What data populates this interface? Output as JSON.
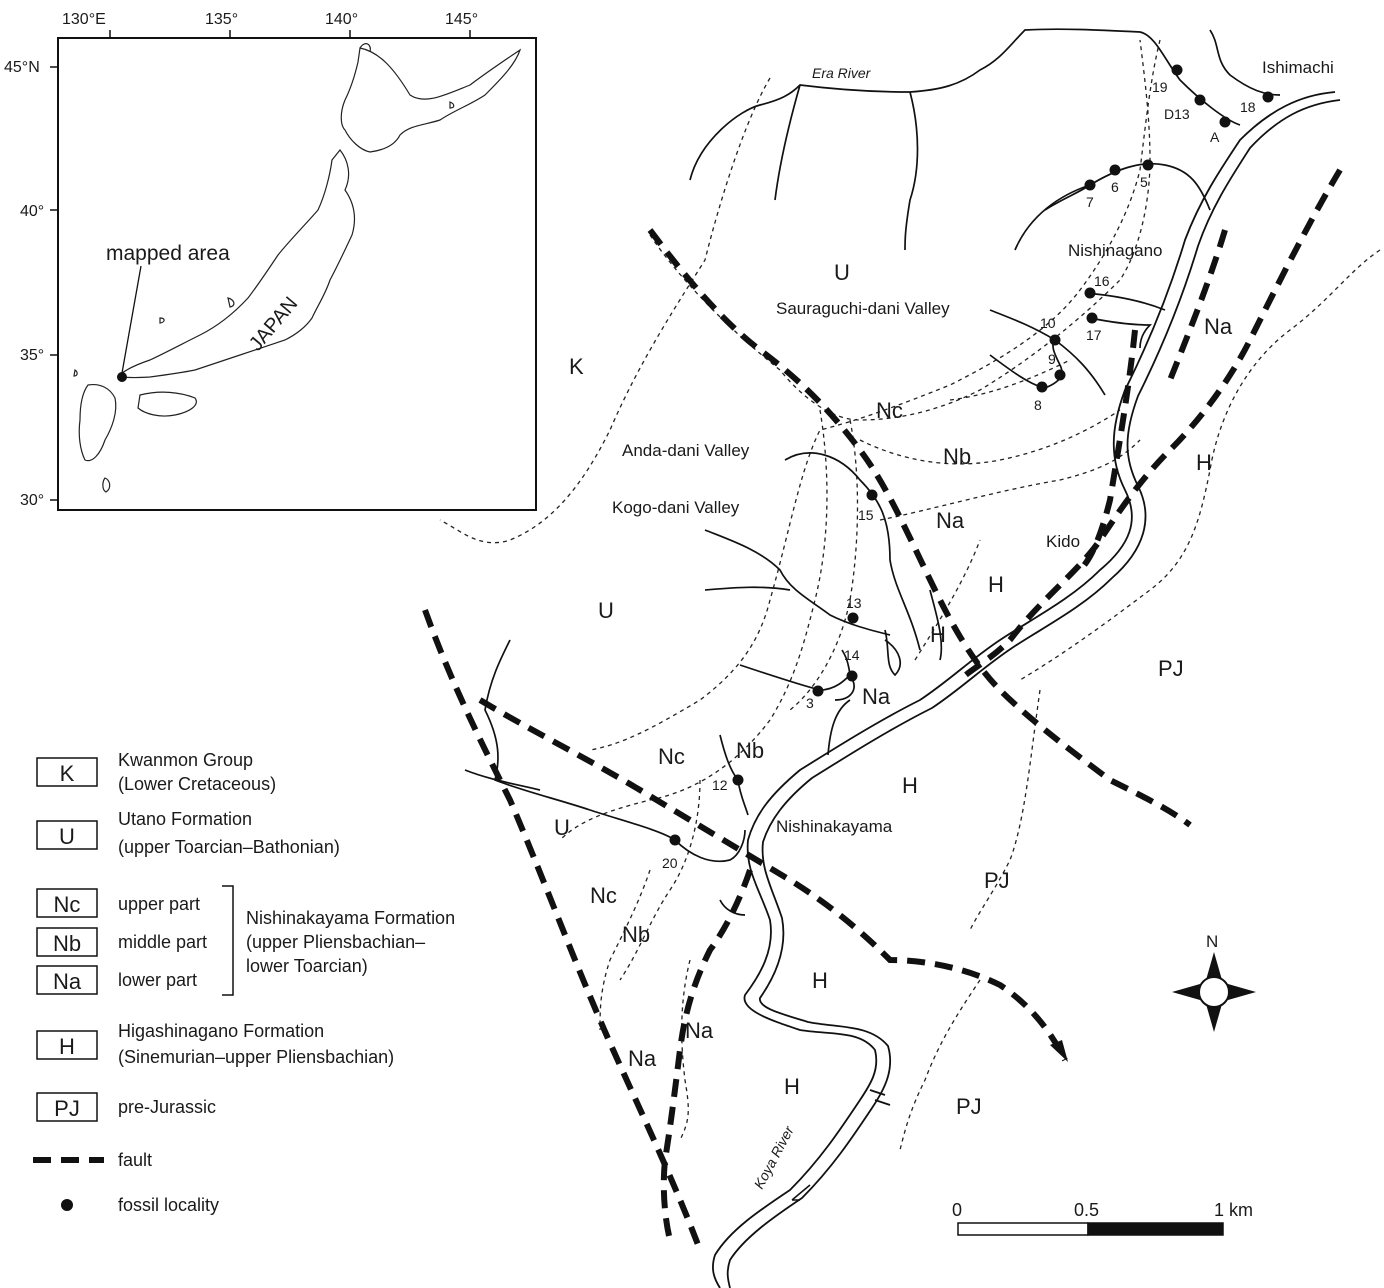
{
  "inset": {
    "lon_ticks": [
      "130°E",
      "135°",
      "140°",
      "145°"
    ],
    "lat_ticks": [
      "45°N",
      "40°",
      "35°",
      "30°"
    ],
    "country_label": "JAPAN",
    "mapped_area_label": "mapped area"
  },
  "places": {
    "era_river": "Era River",
    "ishimachi": "Ishimachi",
    "nishinagano": "Nishinagano",
    "sauraguchi": "Sauraguchi-dani Valley",
    "anda": "Anda-dani Valley",
    "kogo": "Kogo-dani Valley",
    "kido": "Kido",
    "nishinakayama": "Nishinakayama",
    "koya_river": "Koya River"
  },
  "units": {
    "K": "K",
    "U": "U",
    "Nc": "Nc",
    "Nb": "Nb",
    "Na": "Na",
    "H": "H",
    "PJ": "PJ"
  },
  "localities": [
    "19",
    "D13",
    "A",
    "18",
    "7",
    "6",
    "5",
    "16",
    "10",
    "17",
    "9",
    "8",
    "15",
    "13",
    "14",
    "3",
    "12",
    "20"
  ],
  "legend": {
    "items": [
      {
        "code": "K",
        "line1": "Kwanmon Group",
        "line2": "(Lower Cretaceous)"
      },
      {
        "code": "U",
        "line1": "Utano Formation",
        "line2": "(upper Toarcian–Bathonian)"
      },
      {
        "code": "Nc",
        "line1": "upper part"
      },
      {
        "code": "Nb",
        "line1": "middle part"
      },
      {
        "code": "Na",
        "line1": "lower part"
      },
      {
        "code": "H",
        "line1": "Higashinagano Formation",
        "line2": "(Sinemurian–upper Pliensbachian)"
      },
      {
        "code": "PJ",
        "line1": "pre-Jurassic"
      }
    ],
    "nishinakayama_line1": "Nishinakayama Formation",
    "nishinakayama_line2": "(upper Pliensbachian–",
    "nishinakayama_line3": "lower Toarcian)",
    "fault": "fault",
    "fossil": "fossil locality"
  },
  "scale": {
    "zero": "0",
    "half": "0.5",
    "one": "1 km"
  },
  "north": "N"
}
